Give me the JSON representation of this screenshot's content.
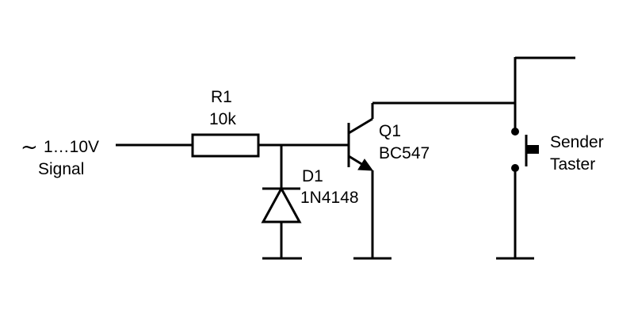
{
  "input": {
    "symbol": "~",
    "voltage": "1…10V",
    "name": "Signal"
  },
  "r1": {
    "ref": "R1",
    "value": "10k"
  },
  "d1": {
    "ref": "D1",
    "part": "1N4148"
  },
  "q1": {
    "ref": "Q1",
    "part": "BC547"
  },
  "switch": {
    "line1": "Sender",
    "line2": "Taster"
  }
}
